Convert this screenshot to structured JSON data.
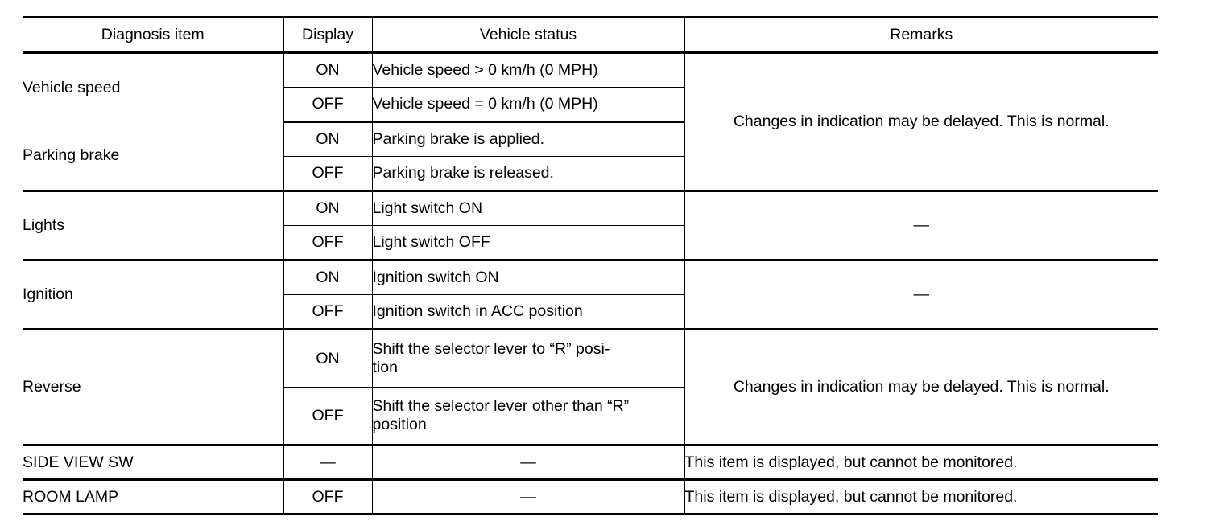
{
  "document": {
    "kind": "service-manual-diagnosis-table",
    "title": "Diagnosis item table"
  },
  "table": {
    "headers": {
      "diagnosis_item": "Diagnosis item",
      "display": "Display",
      "vehicle_status": "Vehicle status",
      "remarks": "Remarks"
    },
    "symbols": {
      "em_dash": "—"
    },
    "remarks_text": {
      "delayed": "Changes in indication may be delayed. This is normal.",
      "not_monitored": "This item is displayed, but cannot be monitored.",
      "none": "—"
    },
    "rows": [
      {
        "item": "Vehicle speed",
        "sub": [
          {
            "display": "ON",
            "status": "Vehicle speed > 0 km/h (0 MPH)"
          },
          {
            "display": "OFF",
            "status": "Vehicle speed = 0 km/h (0 MPH)"
          }
        ]
      },
      {
        "item": "Parking brake",
        "sub": [
          {
            "display": "ON",
            "status": "Parking brake is applied."
          },
          {
            "display": "OFF",
            "status": "Parking brake is released."
          }
        ]
      },
      {
        "item": "Lights",
        "sub": [
          {
            "display": "ON",
            "status": "Light switch ON"
          },
          {
            "display": "OFF",
            "status": "Light switch OFF"
          }
        ],
        "remarks": "—"
      },
      {
        "item": "Ignition",
        "sub": [
          {
            "display": "ON",
            "status": "Ignition switch ON"
          },
          {
            "display": "OFF",
            "status": "Ignition switch in ACC position"
          }
        ],
        "remarks": "—"
      },
      {
        "item": "Reverse",
        "sub": [
          {
            "display": "ON",
            "status": "Shift the selector lever to “R” posi-tion"
          },
          {
            "display": "OFF",
            "status": "Shift the selector lever other than “R” position"
          }
        ],
        "remarks": "Changes in indication may be delayed. This is normal."
      },
      {
        "item": "SIDE VIEW SW",
        "sub": [
          {
            "display": "—",
            "status": "—"
          }
        ],
        "remarks": "This item is displayed, but cannot be monitored."
      },
      {
        "item": "ROOM LAMP",
        "sub": [
          {
            "display": "OFF",
            "status": "—"
          }
        ],
        "remarks": "This item is displayed, but cannot be monitored."
      }
    ],
    "merged_remarks": {
      "speed_and_brake": "Changes in indication may be delayed. This is normal."
    }
  }
}
